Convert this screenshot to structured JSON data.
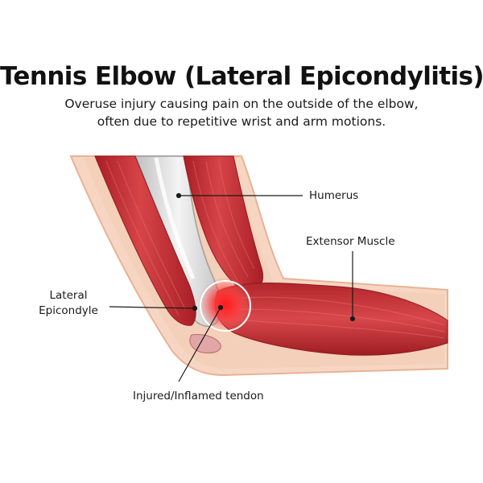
{
  "title": "Tennis Elbow (Lateral Epicondylitis)",
  "subtitle": {
    "line1": "Overuse injury causing pain on the outside of the elbow,",
    "line2": "often due to repetitive wrist and arm motions."
  },
  "labels": {
    "humerus": "Humerus",
    "extensor_muscle": "Extensor Muscle",
    "lateral_line1": "Lateral",
    "lateral_line2": "Epicondyle",
    "injured_tendon": "Injured/Inflamed tendon"
  },
  "colors": {
    "skin": "#f6d6c3",
    "skin_edge": "#e9b295",
    "muscle": "#c9373a",
    "muscle_dark": "#a81f25",
    "bone": "#d9d9d9",
    "inflammation": "#ff2a2a"
  }
}
